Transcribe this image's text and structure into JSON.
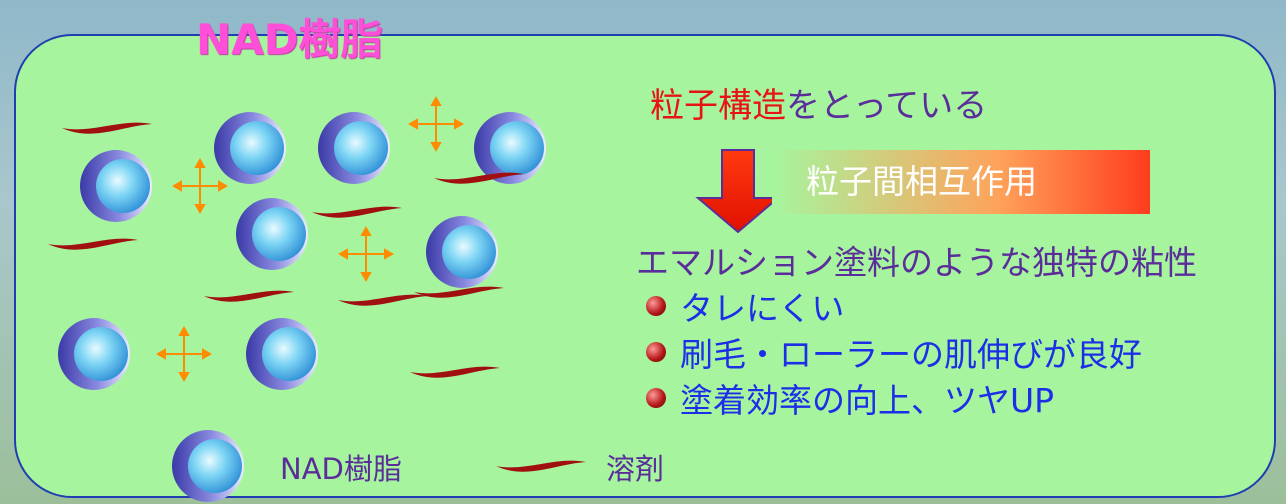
{
  "title": "NAD樹脂",
  "heading": {
    "part1": "粒子構造",
    "part2": "をとっている"
  },
  "interaction_label": "粒子間相互作用",
  "viscosity_text": "エマルション塗料のような独特の粘性",
  "bullets": [
    "タレにくい",
    "刷毛・ローラーの肌伸びが良好",
    "塗着効率の向上、ツヤUP"
  ],
  "legend": {
    "resin": "NAD樹脂",
    "solvent": "溶剤"
  },
  "colors": {
    "panel": "#a6f59e",
    "border": "#1f3fb0",
    "title": "#ff4fd8",
    "heading_red": "#e81313",
    "arrow": "#ff2a00",
    "solvent": "#a01010",
    "cross": "#ff8c00"
  }
}
